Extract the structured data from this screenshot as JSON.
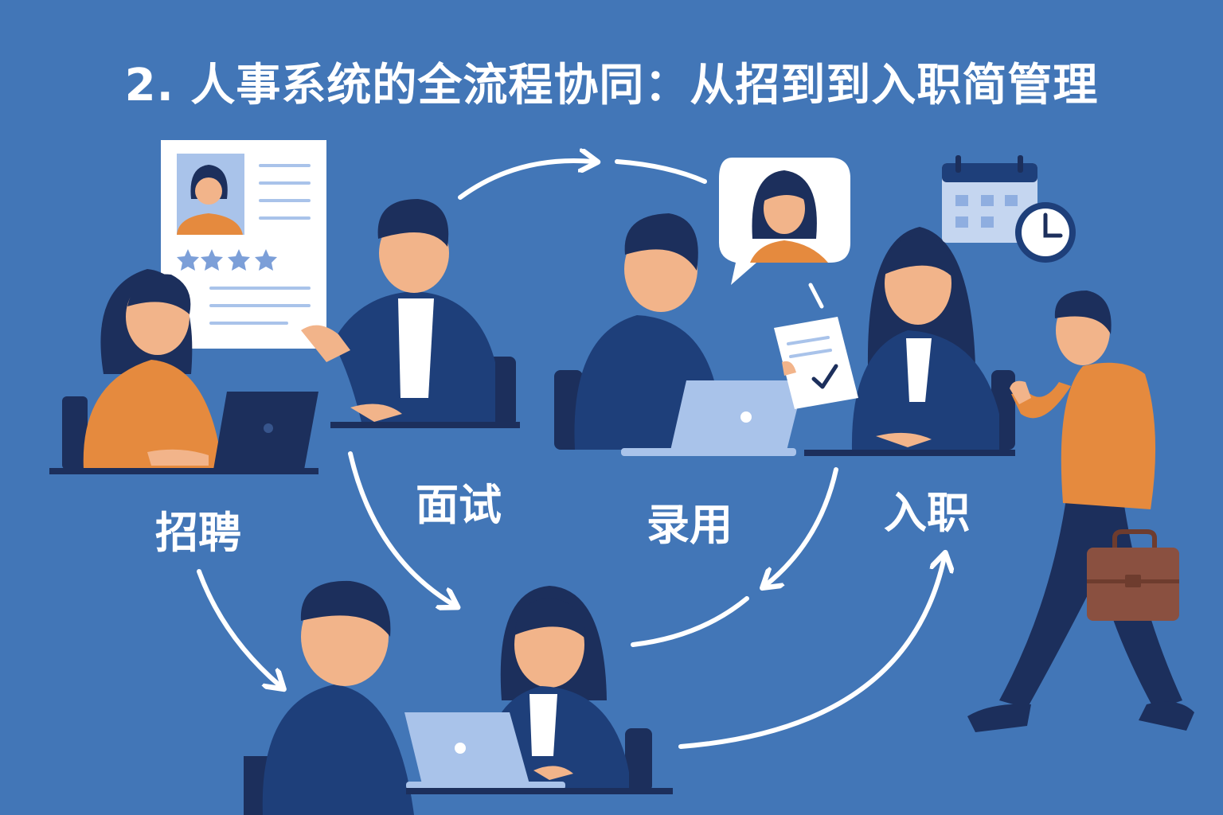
{
  "title": "2. 人事系统的全流程协同：从招到到入职简管理",
  "stages": [
    {
      "label": "招聘"
    },
    {
      "label": "面试"
    },
    {
      "label": "录用"
    },
    {
      "label": "入职"
    }
  ],
  "colors": {
    "background": "#4276B7",
    "navy": "#1E3F7A",
    "dark_blue": "#1C2F5C",
    "orange": "#E58A3E",
    "skin": "#F2B48A",
    "light_blue": "#A9C3EA",
    "white": "#FFFFFF",
    "brown": "#8A5040"
  },
  "icons": [
    "resume-icon",
    "star-icon",
    "laptop-icon",
    "speech-bubble-icon",
    "document-check-icon",
    "calendar-icon",
    "clock-icon",
    "briefcase-icon"
  ],
  "resume": {
    "rating": 4,
    "max_rating": 4
  }
}
